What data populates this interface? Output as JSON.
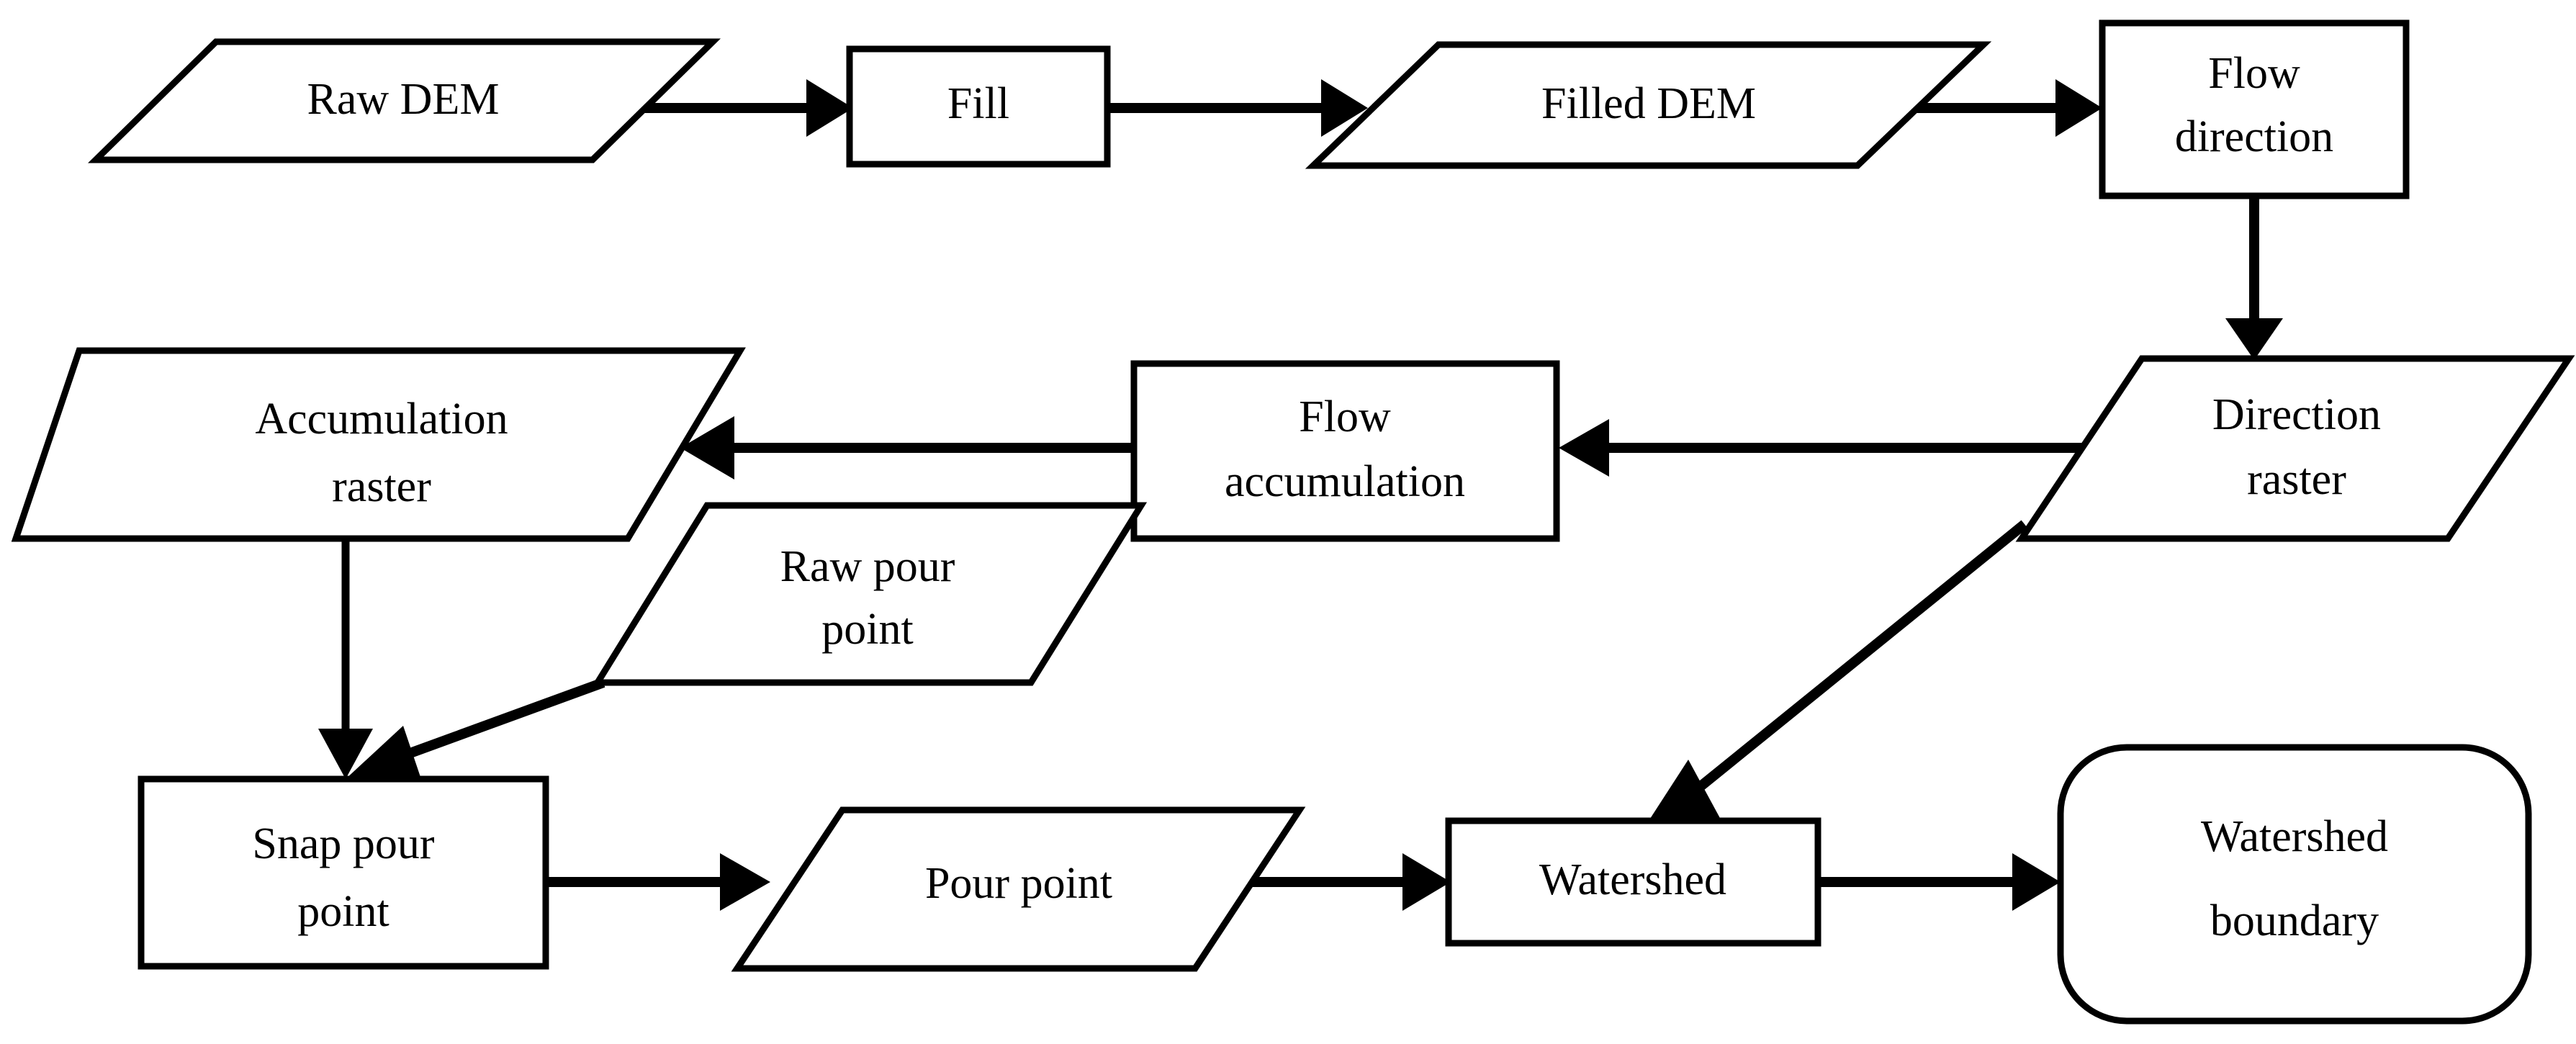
{
  "diagram": {
    "title": "Watershed delineation flowchart",
    "stroke_color": "#000000",
    "fill_color": "#ffffff",
    "background": "#ffffff",
    "nodes": [
      {
        "id": "raw_dem",
        "label": "Raw DEM",
        "shape": "parallelogram",
        "role": "data"
      },
      {
        "id": "fill",
        "label": "Fill",
        "shape": "rectangle",
        "role": "process"
      },
      {
        "id": "filled_dem",
        "label": "Filled DEM",
        "shape": "parallelogram",
        "role": "data"
      },
      {
        "id": "flow_direction",
        "label_line1": "Flow",
        "label_line2": "direction",
        "shape": "rectangle",
        "role": "process"
      },
      {
        "id": "direction_raster",
        "label_line1": "Direction",
        "label_line2": "raster",
        "shape": "parallelogram",
        "role": "data"
      },
      {
        "id": "flow_accumulation",
        "label_line1": "Flow",
        "label_line2": "accumulation",
        "shape": "rectangle",
        "role": "process"
      },
      {
        "id": "accumulation_raster",
        "label_line1": "Accumulation",
        "label_line2": "raster",
        "shape": "parallelogram",
        "role": "data"
      },
      {
        "id": "raw_pour_point",
        "label_line1": "Raw pour",
        "label_line2": "point",
        "shape": "parallelogram",
        "role": "data"
      },
      {
        "id": "snap_pour_point",
        "label_line1": "Snap pour",
        "label_line2": "point",
        "shape": "rectangle",
        "role": "process"
      },
      {
        "id": "pour_point",
        "label": "Pour point",
        "shape": "parallelogram",
        "role": "data"
      },
      {
        "id": "watershed",
        "label": "Watershed",
        "shape": "rectangle",
        "role": "process"
      },
      {
        "id": "watershed_boundary",
        "label_line1": "Watershed",
        "label_line2": "boundary",
        "shape": "rounded-rectangle",
        "role": "terminator"
      }
    ],
    "edges": [
      {
        "from": "raw_dem",
        "to": "fill",
        "direction": "right"
      },
      {
        "from": "fill",
        "to": "filled_dem",
        "direction": "right"
      },
      {
        "from": "filled_dem",
        "to": "flow_direction",
        "direction": "right"
      },
      {
        "from": "flow_direction",
        "to": "direction_raster",
        "direction": "down"
      },
      {
        "from": "direction_raster",
        "to": "flow_accumulation",
        "direction": "left"
      },
      {
        "from": "flow_accumulation",
        "to": "accumulation_raster",
        "direction": "left"
      },
      {
        "from": "accumulation_raster",
        "to": "snap_pour_point",
        "direction": "down"
      },
      {
        "from": "raw_pour_point",
        "to": "snap_pour_point",
        "direction": "diagonal-down-left"
      },
      {
        "from": "snap_pour_point",
        "to": "pour_point",
        "direction": "right"
      },
      {
        "from": "pour_point",
        "to": "watershed",
        "direction": "right"
      },
      {
        "from": "direction_raster",
        "to": "watershed",
        "direction": "diagonal-down-left"
      },
      {
        "from": "watershed",
        "to": "watershed_boundary",
        "direction": "right"
      }
    ]
  }
}
